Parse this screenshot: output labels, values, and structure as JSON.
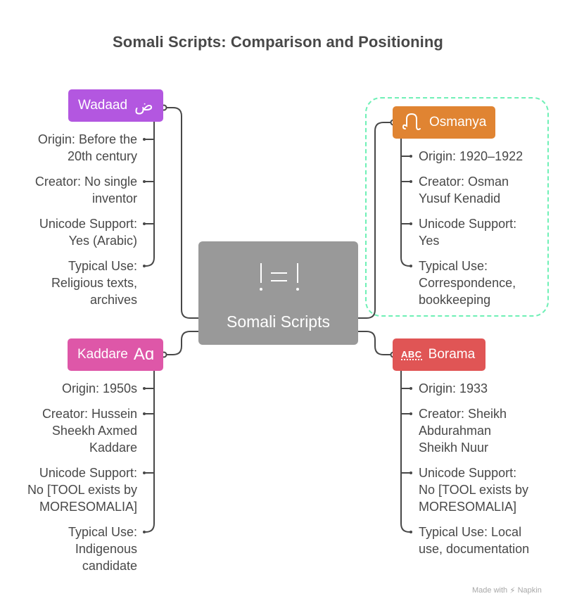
{
  "title": "Somali Scripts: Comparison and Positioning",
  "center": {
    "label": "Somali Scripts",
    "icon": "not-equal-icon",
    "color": "#999999"
  },
  "branches": {
    "wadaad": {
      "label": "Wadaad",
      "icon_glyph": "ض",
      "icon": "arabic-letter-dad-icon",
      "color": "#b357e0",
      "items": [
        "Origin: Before the 20th century",
        "Creator: No single inventor",
        "Unicode Support: Yes (Arabic)",
        "Typical Use: Religious texts, archives"
      ],
      "lines": [
        [
          "Origin: Before the",
          "20th century"
        ],
        [
          "Creator: No single",
          "inventor"
        ],
        [
          "Unicode Support:",
          "Yes (Arabic)"
        ],
        [
          "Typical Use:",
          "Religious texts,",
          "archives"
        ]
      ]
    },
    "osmanya": {
      "label": "Osmanya",
      "icon": "osmanya-letter-icon",
      "color": "#e08432",
      "highlighted": true,
      "highlight_color": "#6ff0b6",
      "items": [
        "Origin: 1920–1922",
        "Creator: Osman Yusuf Kenadid",
        "Unicode Support: Yes",
        "Typical Use: Correspondence, bookkeeping"
      ],
      "lines": [
        [
          "Origin: 1920–1922"
        ],
        [
          "Creator: Osman",
          "Yusuf Kenadid"
        ],
        [
          "Unicode Support:",
          "Yes"
        ],
        [
          "Typical Use:",
          "Correspondence,",
          "bookkeeping"
        ]
      ]
    },
    "kaddare": {
      "label": "Kaddare",
      "icon_glyph": "Aɑ",
      "icon": "font-letters-icon",
      "color": "#de57a8",
      "items": [
        "Origin: 1950s",
        "Creator: Hussein Sheekh Axmed Kaddare",
        "Unicode Support: No [TOOL exists by MORESOMALIA]",
        "Typical Use: Indigenous candidate"
      ],
      "lines": [
        [
          "Origin: 1950s"
        ],
        [
          "Creator: Hussein",
          "Sheekh Axmed",
          "Kaddare"
        ],
        [
          "Unicode Support:",
          "No [TOOL exists by",
          "MORESOMALIA]"
        ],
        [
          "Typical Use:",
          "Indigenous",
          "candidate"
        ]
      ]
    },
    "borama": {
      "label": "Borama",
      "icon_glyph": "ABC",
      "icon": "spellcheck-abc-icon",
      "color": "#e05555",
      "items": [
        "Origin: 1933",
        "Creator: Sheikh Abdurahman Sheikh Nuur",
        "Unicode Support: No [TOOL exists by MORESOMALIA]",
        "Typical Use: Local use, documentation"
      ],
      "lines": [
        [
          "Origin: 1933"
        ],
        [
          "Creator: Sheikh",
          "Abdurahman",
          "Sheikh Nuur"
        ],
        [
          "Unicode Support:",
          "No [TOOL exists by",
          "MORESOMALIA]"
        ],
        [
          "Typical Use: Local",
          "use, documentation"
        ]
      ]
    }
  },
  "footer": {
    "made_with": "Made with",
    "brand": "Napkin",
    "icon": "napkin-logo-icon"
  }
}
